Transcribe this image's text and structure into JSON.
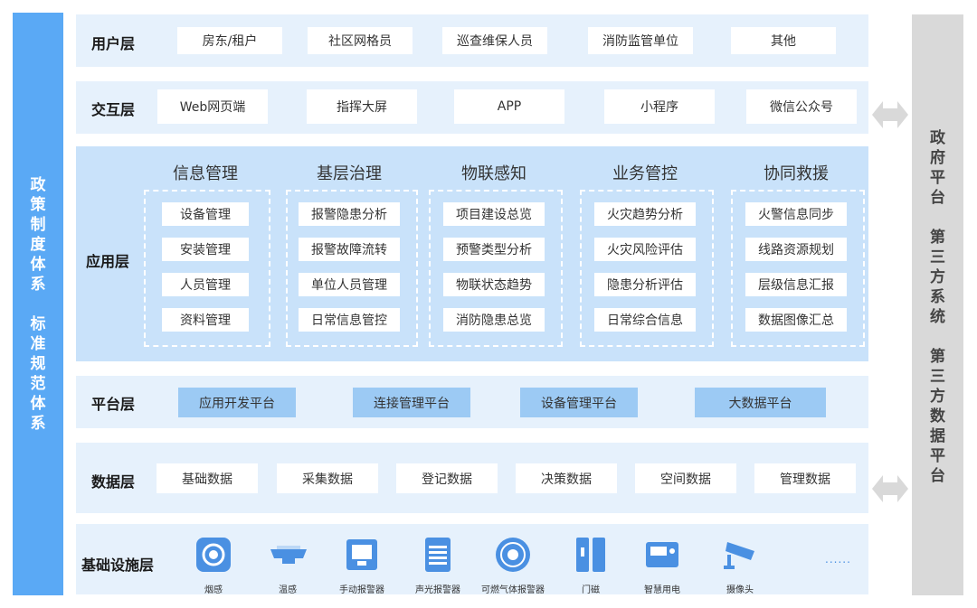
{
  "left_bar": {
    "line1": [
      "政",
      "策",
      "制",
      "度",
      "体",
      "系"
    ],
    "line2": [
      "标",
      "准",
      "规",
      "范",
      "体",
      "系"
    ]
  },
  "right_bar": {
    "line1": [
      "政",
      "府",
      "平",
      "台"
    ],
    "line2": [
      "第",
      "三",
      "方",
      "系",
      "统"
    ],
    "line3": [
      "第",
      "三",
      "方",
      "数",
      "据",
      "平",
      "台"
    ]
  },
  "layers": {
    "user": {
      "title": "用户层",
      "items": [
        "房东/租户",
        "社区网格员",
        "巡查维保人员",
        "消防监管单位",
        "其他"
      ]
    },
    "interaction": {
      "title": "交互层",
      "items": [
        "Web网页端",
        "指挥大屏",
        "APP",
        "小程序",
        "微信公众号"
      ]
    },
    "application": {
      "title": "应用层",
      "groups": [
        {
          "title": "信息管理",
          "items": [
            "设备管理",
            "安装管理",
            "人员管理",
            "资料管理"
          ]
        },
        {
          "title": "基层治理",
          "items": [
            "报警隐患分析",
            "报警故障流转",
            "单位人员管理",
            "日常信息管控"
          ]
        },
        {
          "title": "物联感知",
          "items": [
            "项目建设总览",
            "预警类型分析",
            "物联状态趋势",
            "消防隐患总览"
          ]
        },
        {
          "title": "业务管控",
          "items": [
            "火灾趋势分析",
            "火灾风险评估",
            "隐患分析评估",
            "日常综合信息"
          ]
        },
        {
          "title": "协同救援",
          "items": [
            "火警信息同步",
            "线路资源规划",
            "层级信息汇报",
            "数据图像汇总"
          ]
        }
      ]
    },
    "platform": {
      "title": "平台层",
      "items": [
        "应用开发平台",
        "连接管理平台",
        "设备管理平台",
        "大数据平台"
      ]
    },
    "data": {
      "title": "数据层",
      "items": [
        "基础数据",
        "采集数据",
        "登记数据",
        "决策数据",
        "空间数据",
        "管理数据"
      ]
    },
    "infrastructure": {
      "title": "基础设施层",
      "devices": [
        {
          "label": "烟感",
          "icon": "smoke-detector-icon"
        },
        {
          "label": "温感",
          "icon": "heat-detector-icon"
        },
        {
          "label": "手动报警器",
          "icon": "manual-alarm-icon"
        },
        {
          "label": "声光报警器",
          "icon": "sound-light-alarm-icon"
        },
        {
          "label": "可燃气体报警器",
          "icon": "gas-alarm-icon"
        },
        {
          "label": "门磁",
          "icon": "door-sensor-icon"
        },
        {
          "label": "智慧用电",
          "icon": "smart-electricity-icon"
        },
        {
          "label": "摄像头",
          "icon": "camera-icon"
        }
      ],
      "more": "......"
    }
  },
  "colors": {
    "accent": "#5aa9f5",
    "layer_bg": "#e6f1fc",
    "app_bg": "#c9e2fa",
    "platform_box": "#9ccaf4",
    "icon": "#4a90e2",
    "side_gray": "#d9d9d9"
  }
}
